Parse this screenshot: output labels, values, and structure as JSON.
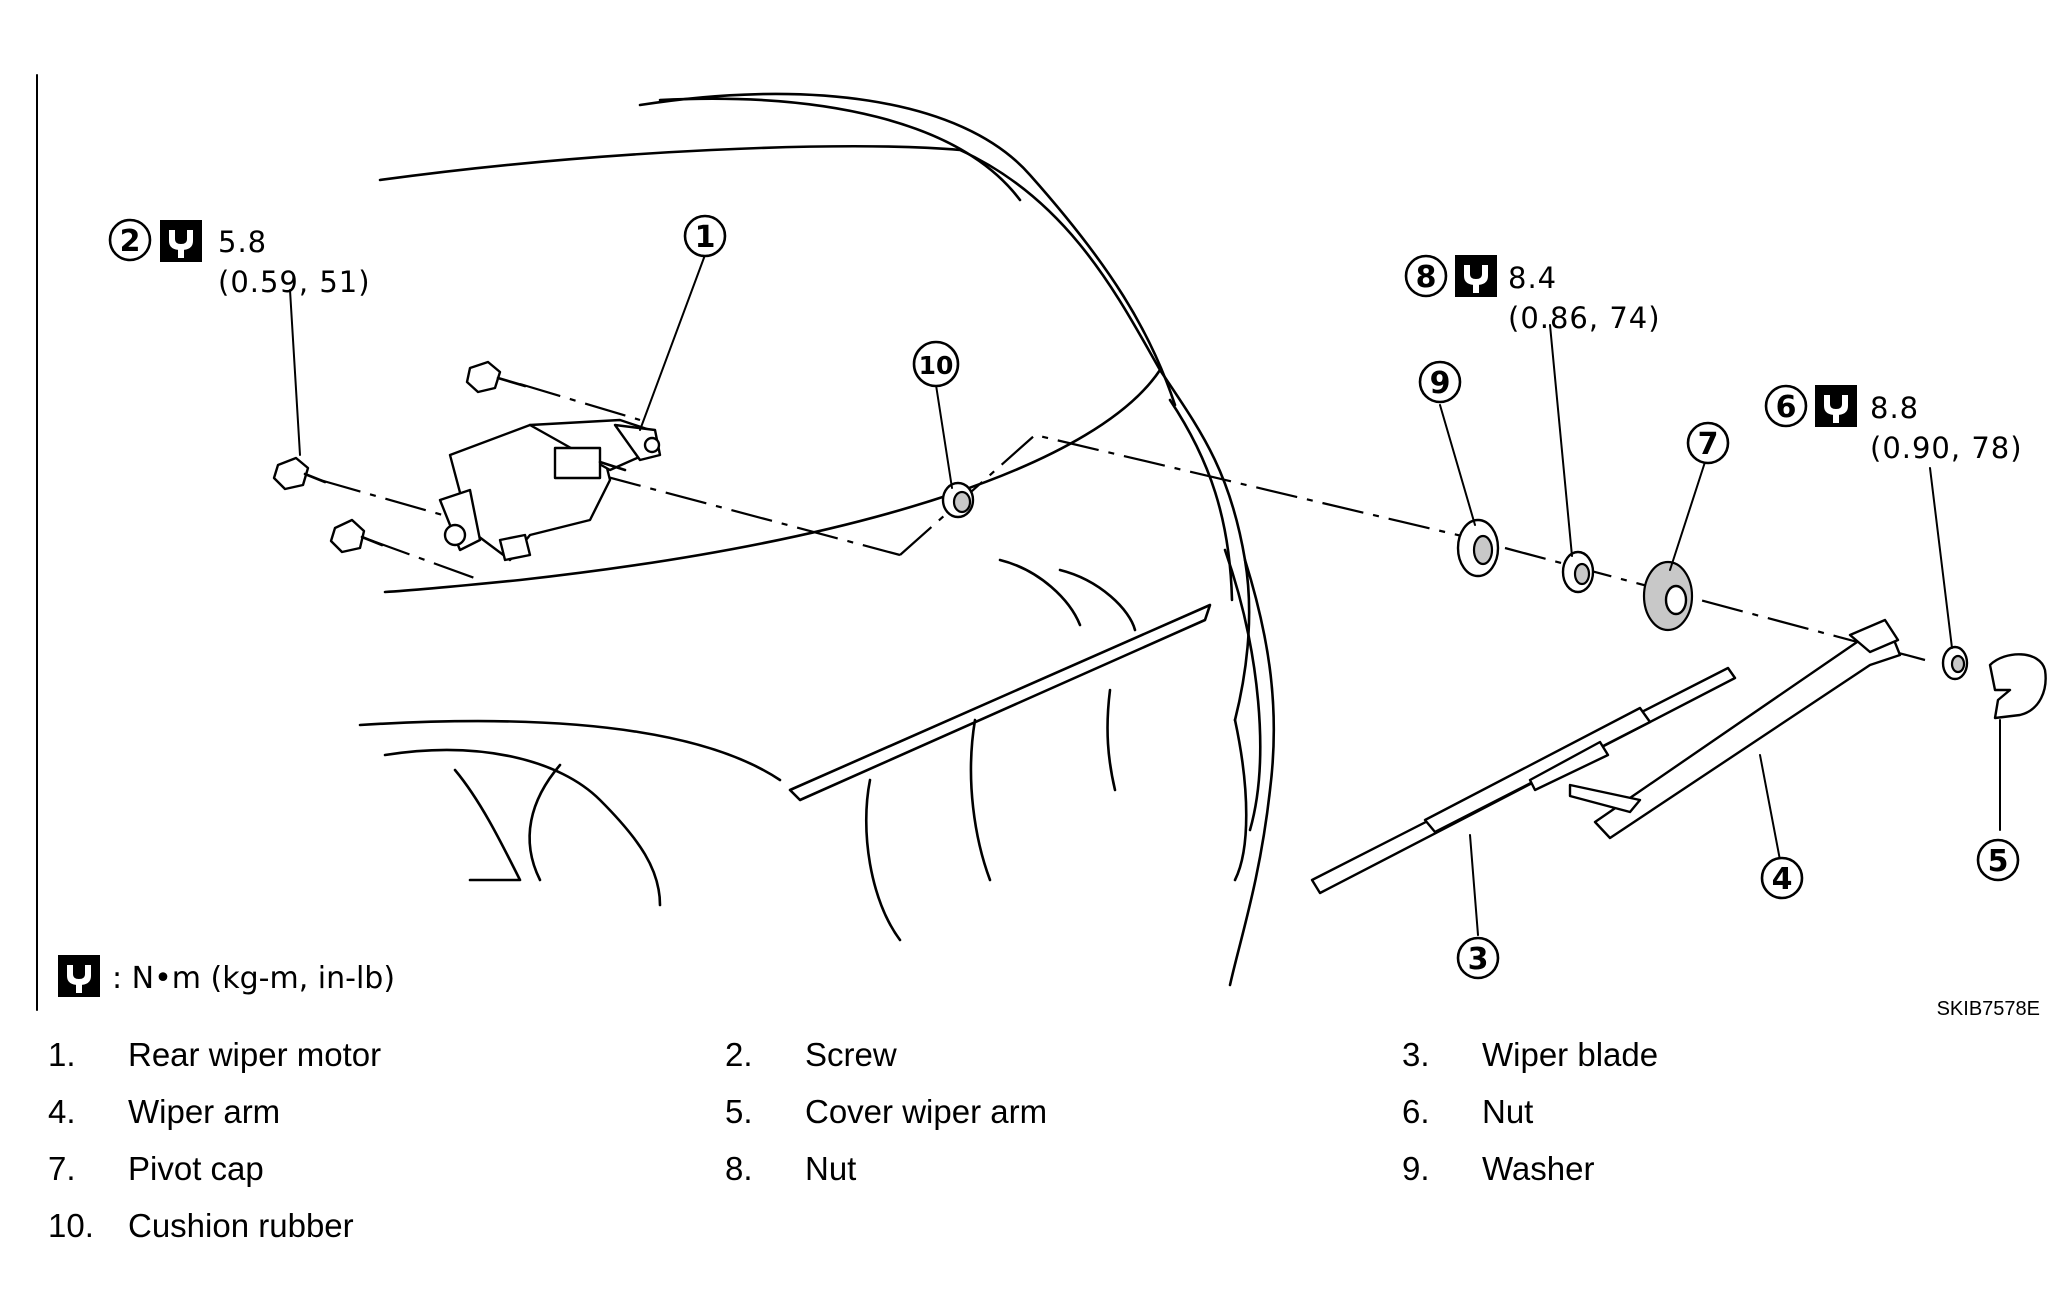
{
  "callouts": {
    "c1": "1",
    "c2": "2",
    "c3": "3",
    "c4": "4",
    "c5": "5",
    "c6": "6",
    "c7": "7",
    "c8": "8",
    "c9": "9",
    "c10": "10"
  },
  "torques": {
    "screw": {
      "value": "5.8",
      "alt": "(0.59, 51)"
    },
    "nut8": {
      "value": "8.4",
      "alt": "(0.86, 74)"
    },
    "nut6": {
      "value": "8.8",
      "alt": "(0.90, 78)"
    }
  },
  "legend": {
    "text": ": N•m (kg-m, in-lb)",
    "icon": "torque-wrench-icon"
  },
  "figure_code": "SKIB7578E",
  "parts": [
    {
      "num": "1.",
      "name": "Rear wiper motor"
    },
    {
      "num": "2.",
      "name": "Screw"
    },
    {
      "num": "3.",
      "name": "Wiper blade"
    },
    {
      "num": "4.",
      "name": "Wiper arm"
    },
    {
      "num": "5.",
      "name": "Cover wiper arm"
    },
    {
      "num": "6.",
      "name": "Nut"
    },
    {
      "num": "7.",
      "name": "Pivot cap"
    },
    {
      "num": "8.",
      "name": "Nut"
    },
    {
      "num": "9.",
      "name": "Washer"
    },
    {
      "num": "10.",
      "name": "Cushion rubber"
    }
  ]
}
